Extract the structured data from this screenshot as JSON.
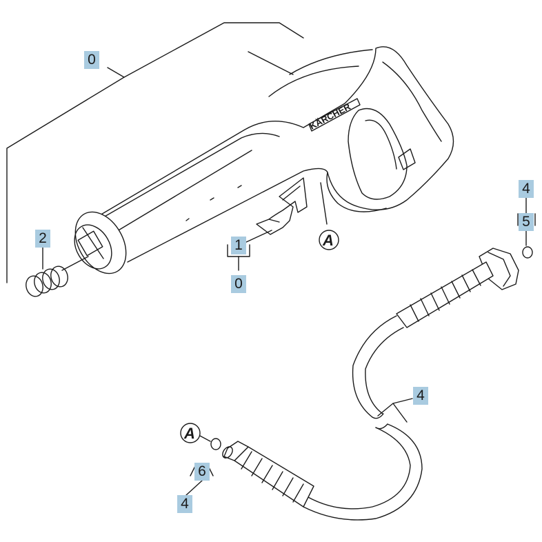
{
  "brand": "KÄRCHER",
  "reference_letter": "A",
  "callouts": {
    "gun_assembly": "0",
    "clip": "1",
    "clip_group": "0",
    "o_rings": "2",
    "hose_group_top": "4",
    "seal_ring": "5",
    "hose": "4",
    "nipple_seal": "6",
    "hose_group_bottom": "4"
  },
  "colors": {
    "callout_bg": "#a9cbe0",
    "line": "#1a1a1a"
  }
}
